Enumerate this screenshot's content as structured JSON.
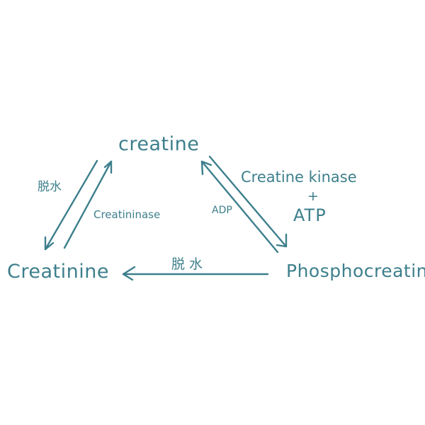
{
  "nodes": {
    "creatine": "creatine",
    "creatinine": "Creatinine",
    "phosphocreatine": "Phosphocreatine"
  },
  "labels": {
    "creatine_kinase": "Creatine kinase",
    "plus": "+",
    "atp": "ATP",
    "adp": "ADP",
    "creatininase": "Creatininase",
    "dehydration_left": "脱水",
    "dehydration_bottom": "脱水"
  },
  "colors": {
    "ink": "#3d7f8c"
  }
}
